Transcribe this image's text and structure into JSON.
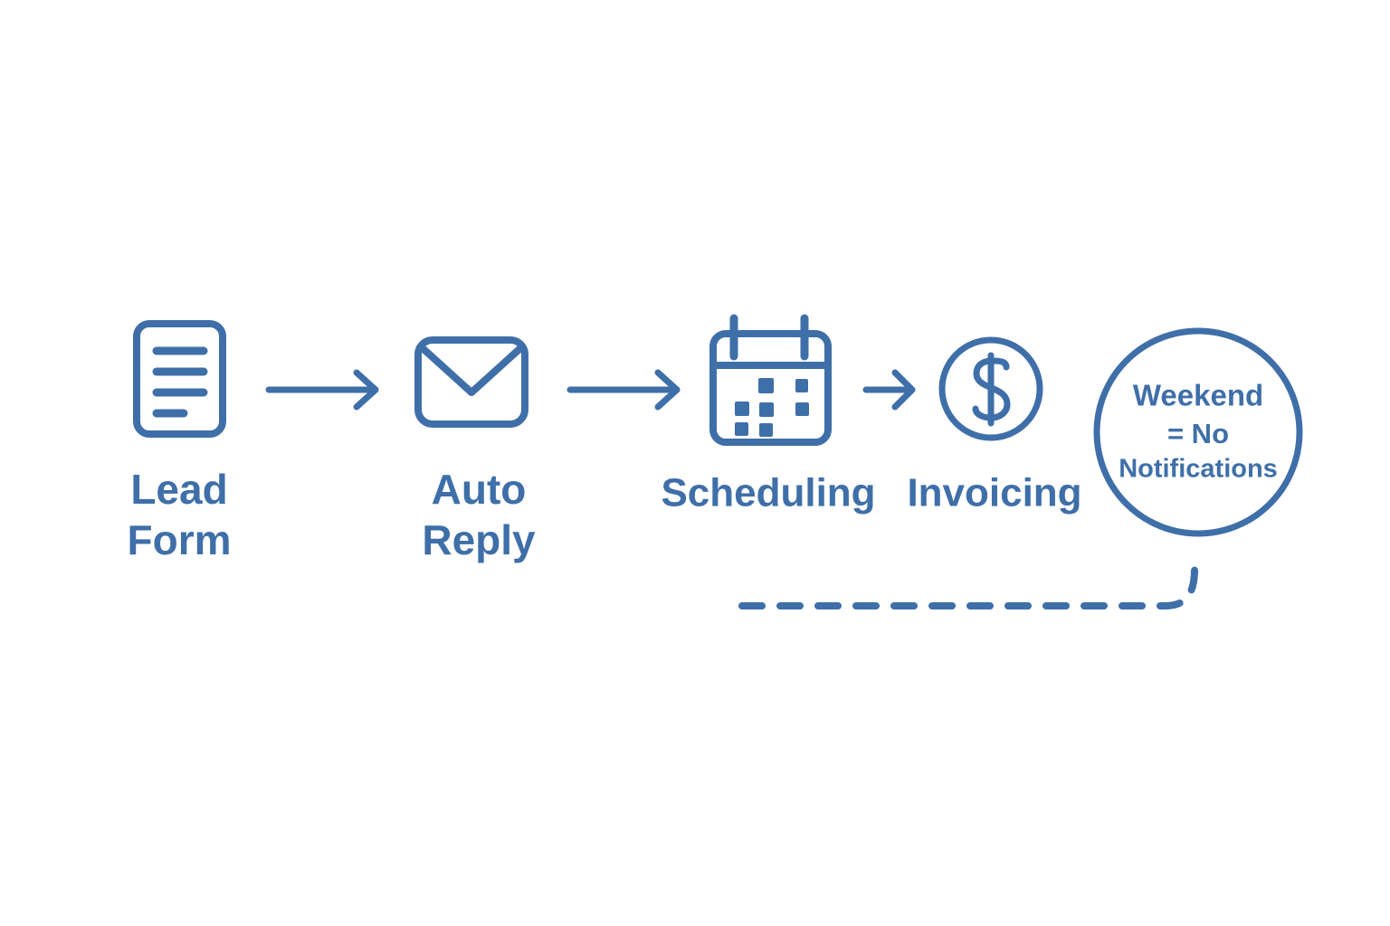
{
  "diagram": {
    "title": "Lead to invoice workflow with weekend notification exception",
    "accent_color": "#3f6fa8",
    "background_color": "#ffffff",
    "steps": [
      {
        "id": "lead-form",
        "icon": "document-icon",
        "label_line1": "Lead",
        "label_line2": "Form"
      },
      {
        "id": "auto-reply",
        "icon": "envelope-icon",
        "label_line1": "Auto",
        "label_line2": "Reply"
      },
      {
        "id": "scheduling",
        "icon": "calendar-icon",
        "label_line1": "Scheduling",
        "label_line2": ""
      },
      {
        "id": "invoicing",
        "icon": "dollar-circle-icon",
        "label_line1": "Invoicing",
        "label_line2": ""
      }
    ],
    "connectors": [
      {
        "id": "arrow-lead-to-auto",
        "icon": "arrow-right-icon"
      },
      {
        "id": "arrow-auto-to-scheduling",
        "icon": "arrow-right-icon"
      },
      {
        "id": "arrow-scheduling-to-invoicing",
        "icon": "arrow-right-icon"
      },
      {
        "id": "dashed-feedback",
        "icon": "dashed-curve-icon"
      }
    ],
    "badge": {
      "id": "weekend-badge",
      "shape": "circle",
      "line1": "Weekend",
      "line2": "= No",
      "line3": "Notifications"
    }
  }
}
